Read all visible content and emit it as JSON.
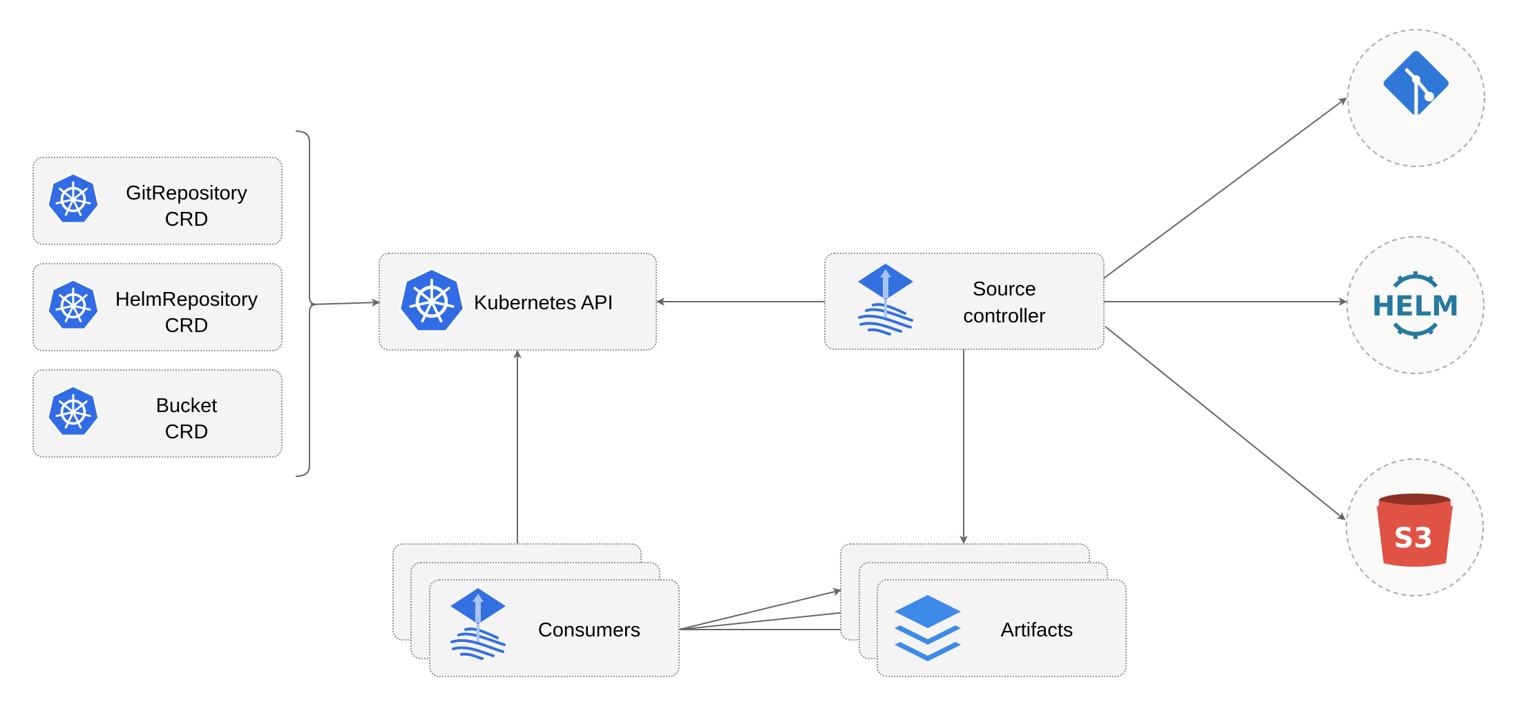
{
  "crds": [
    {
      "line1": "GitRepository",
      "line2": "CRD"
    },
    {
      "line1": "HelmRepository",
      "line2": "CRD"
    },
    {
      "line1": "Bucket",
      "line2": "CRD"
    }
  ],
  "kubernetes_api": {
    "label": "Kubernetes API",
    "icon": "kubernetes-icon"
  },
  "source_controller": {
    "line1": "Source",
    "line2": "controller",
    "icon": "flux-icon"
  },
  "consumers": {
    "label": "Consumers",
    "icon": "flux-icon"
  },
  "artifacts": {
    "label": "Artifacts",
    "icon": "layers-icon"
  },
  "sources": [
    {
      "name": "git",
      "icon": "git-icon",
      "color": "#2f78d8"
    },
    {
      "name": "helm",
      "icon": "helm-icon",
      "text": "HELM",
      "color": "#277a9f"
    },
    {
      "name": "s3",
      "icon": "s3-bucket-icon",
      "text": "S3",
      "color": "#e05243"
    }
  ],
  "colors": {
    "kubernetes_blue": "#326ce5",
    "box_fill": "#f4f4f4",
    "edge": "#666666"
  }
}
